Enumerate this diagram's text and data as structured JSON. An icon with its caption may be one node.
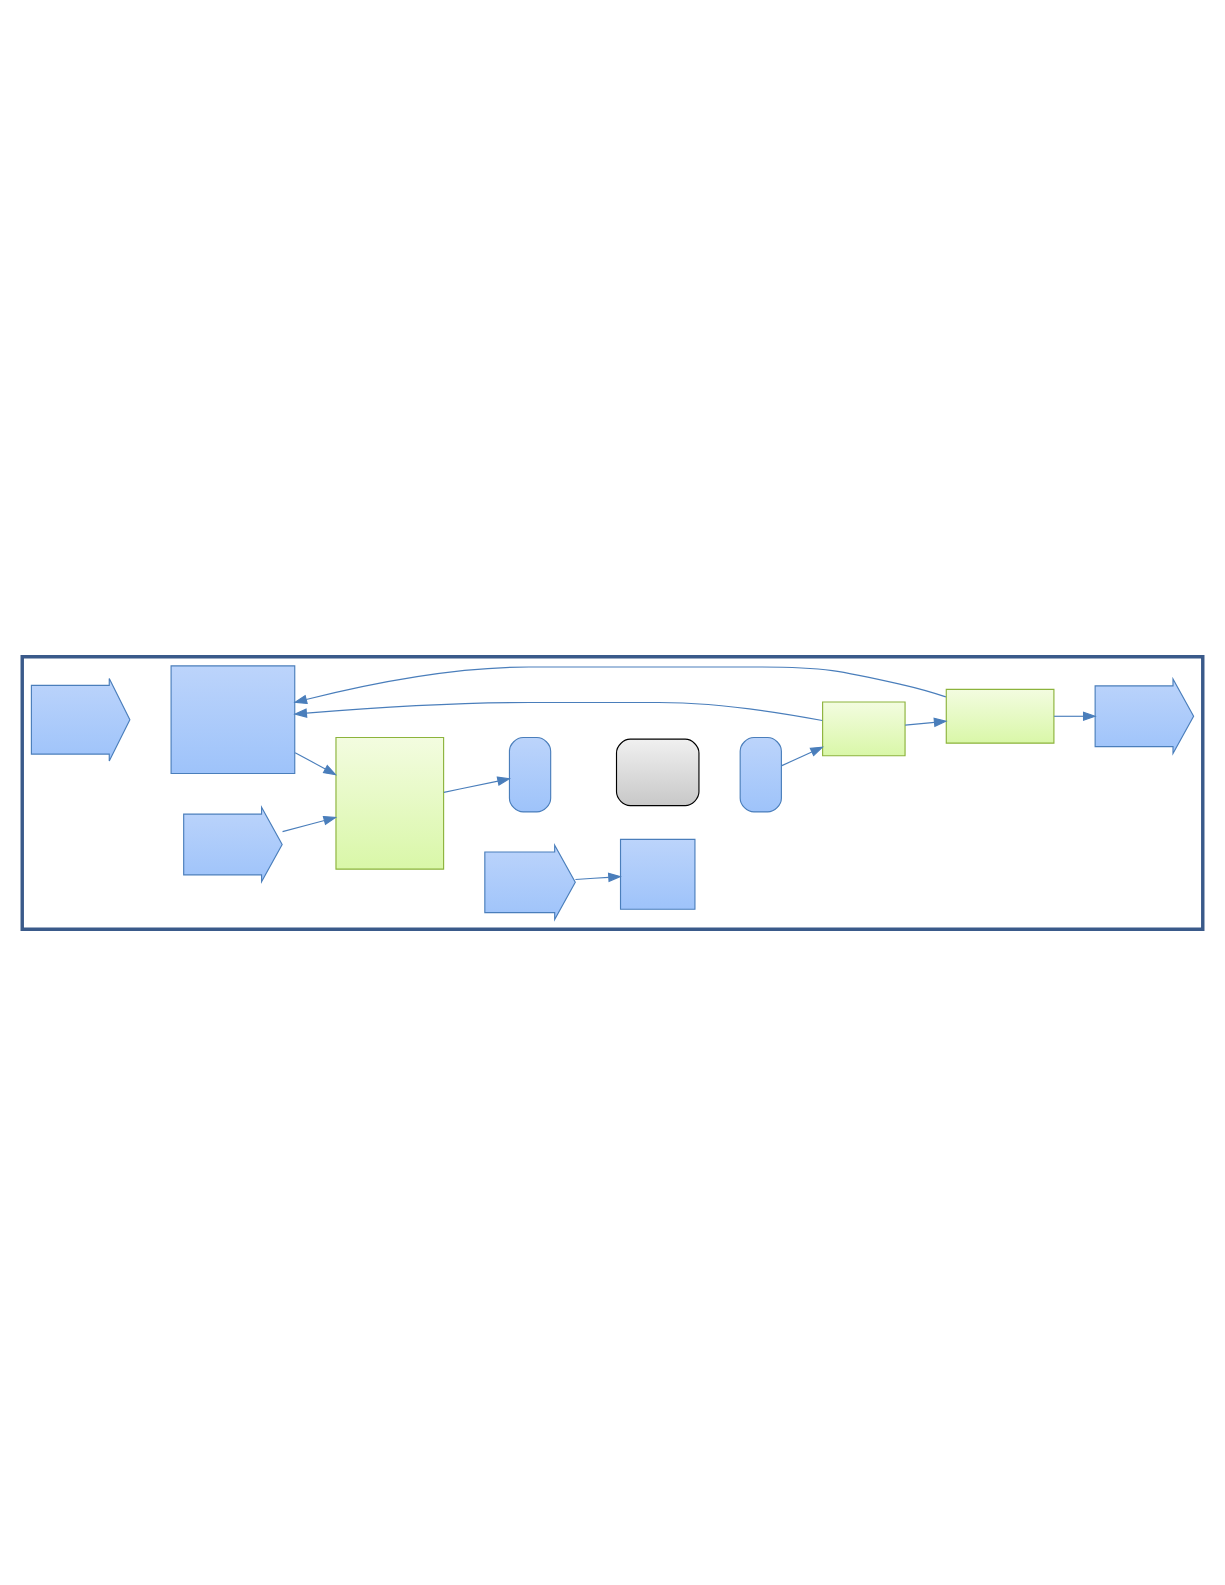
{
  "diagram": {
    "nodes": [
      {
        "text": [],
        "shape": "box"
      },
      {
        "text": [],
        "shape": "arrow",
        "in": 0
      },
      {
        "text": [],
        "shape": "box",
        "in": 0
      },
      {
        "text": [],
        "shape": "box",
        "in": 0
      },
      {
        "text": [],
        "shape": "arrow",
        "in": 0
      },
      {
        "text": [],
        "shape": "box",
        "in": 0
      },
      {
        "text": [],
        "shape": "box",
        "in": 0
      },
      {
        "text": [],
        "shape": "box",
        "in": 0
      },
      {
        "text": [],
        "shape": "box",
        "in": 0
      },
      {
        "text": [],
        "shape": "box",
        "in": 0
      },
      {
        "text": [],
        "shape": "box",
        "in": 0
      },
      {
        "text": [],
        "shape": "arrow",
        "in": 0
      },
      {
        "text": [],
        "shape": "arrow",
        "in": 0
      }
    ],
    "edges": [
      {
        "from": 2,
        "to": 5,
        "arrow": "to"
      },
      {
        "from": 4,
        "to": 5,
        "arrow": "to"
      },
      {
        "from": 5,
        "to": 6,
        "arrow": "to"
      },
      {
        "from": 12,
        "to": 7,
        "arrow": "to"
      },
      {
        "from": 8,
        "to": 9,
        "arrow": "to"
      },
      {
        "from": 9,
        "to": 10,
        "arrow": "to"
      },
      {
        "from": 10,
        "to": 11,
        "arrow": "to"
      },
      {
        "from": 9,
        "to": 2,
        "arrow": "to"
      },
      {
        "from": 10,
        "to": 2,
        "arrow": "to"
      }
    ]
  }
}
